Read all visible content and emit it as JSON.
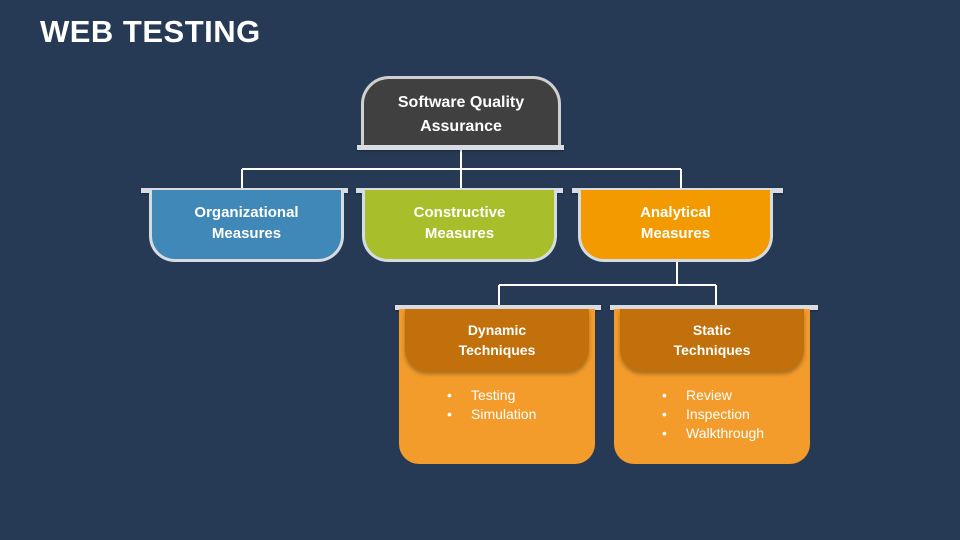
{
  "title": "WEB TESTING",
  "root": {
    "line1": "Software Quality",
    "line2": "Assurance"
  },
  "measures": [
    {
      "line1": "Organizational",
      "line2": "Measures",
      "color": "#3f88b8"
    },
    {
      "line1": "Constructive",
      "line2": "Measures",
      "color": "#a8bf2b"
    },
    {
      "line1": "Analytical",
      "line2": "Measures",
      "color": "#f39a00"
    }
  ],
  "techniques": [
    {
      "line1": "Dynamic",
      "line2": "Techniques",
      "items": [
        "Testing",
        "Simulation"
      ]
    },
    {
      "line1": "Static",
      "line2": "Techniques",
      "items": [
        "Review",
        "Inspection",
        "Walkthrough"
      ]
    }
  ],
  "colors": {
    "background": "#263a55",
    "root": "#404040",
    "technique_header": "#c2700c",
    "technique_body": "#f39c2b"
  }
}
